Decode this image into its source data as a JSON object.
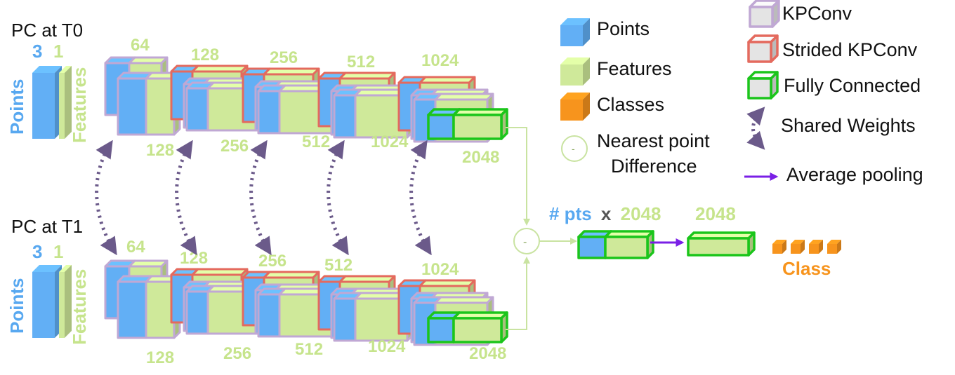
{
  "branches": [
    {
      "title": "PC at T0",
      "input": {
        "points_dim": "3",
        "features_dim": "1",
        "points_label": "Points",
        "features_label": "Features"
      },
      "top_labels": [
        "64",
        "128",
        "256",
        "512",
        "1024"
      ],
      "bottom_labels": [
        "128",
        "256",
        "512",
        "1024",
        "2048"
      ]
    },
    {
      "title": "PC at T1",
      "input": {
        "points_dim": "3",
        "features_dim": "1",
        "points_label": "Points",
        "features_label": "Features"
      },
      "top_labels": [
        "64",
        "128",
        "256",
        "512",
        "1024"
      ],
      "bottom_labels": [
        "128",
        "256",
        "512",
        "1024",
        "2048"
      ]
    }
  ],
  "merge": {
    "diff_symbol": "-",
    "pts_label": "# pts",
    "times": "x",
    "pts_dim": "2048",
    "pooled_dim": "2048",
    "class_label": "Class"
  },
  "legend": {
    "points": "Points",
    "features": "Features",
    "classes": "Classes",
    "nearest_symbol": "-",
    "nearest_line1": "Nearest point",
    "nearest_line2": "Difference",
    "kpconv": "KPConv",
    "strided_kpconv": "Strided KPConv",
    "fully_connected": "Fully Connected",
    "shared_weights": "Shared Weights",
    "average_pooling": "Average pooling"
  },
  "colors": {
    "points": "#62aff5",
    "features": "#cfe99a",
    "classes": "#f7941d",
    "kpconv_border": "#c0a8d4",
    "strided_border": "#e46a5e",
    "fc_border": "#1bc51b",
    "shared_weights": "#6b5a8a",
    "avg_pool_arrow": "#7a1fe6",
    "connector": "#c9e3a1"
  }
}
